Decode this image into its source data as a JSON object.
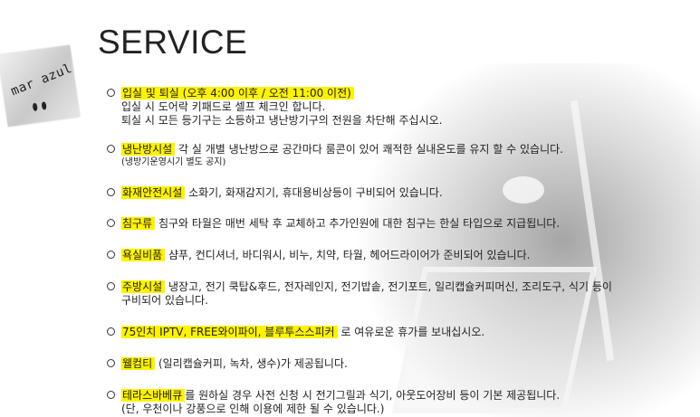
{
  "title": "SERVICE",
  "logo": {
    "text": "mar azul"
  },
  "colors": {
    "highlight": "#fff200"
  },
  "items": [
    {
      "label": "입실 및 퇴실 (오후 4:00 이후 / 오전 11:00 이전)",
      "text": "",
      "lines": [
        "입실 시 도어락 키패드로 셀프 체크인 합니다.",
        "퇴실 시 모든 등기구는 소등하고 냉난방기구의 전원을 차단해 주십시오."
      ]
    },
    {
      "label": "냉난방시설",
      "text": " 각 실 개별 냉난방으로 공간마다 룸콘이 있어 쾌적한 실내온도를 유지 할 수 있습니다.",
      "note": "(냉방기운영시기 별도 공지)"
    },
    {
      "label": "화재안전시설",
      "text": " 소화기, 화재감지기, 휴대용비상등이 구비되어 있습니다."
    },
    {
      "label": "침구류",
      "text": " 침구와 타월은 매번 세탁 후 교체하고 추가인원에 대한 침구는 한실 타입으로 지급됩니다."
    },
    {
      "label": "욕실비품",
      "text": " 샴푸, 컨디셔너, 바디워시, 비누, 치약, 타월, 헤어드라이어가 준비되어 있습니다."
    },
    {
      "label": "주방시설",
      "text": " 냉장고, 전기 쿡탑&후드, 전자레인지, 전기밥솥, 전기포트, 일리캡슐커피머신, 조리도구, 식기 등이",
      "lines": [
        "구비되어 있습니다."
      ]
    },
    {
      "label": "75인치 IPTV, FREE와이파이, 블루투스스피커",
      "text": " 로 여유로운 휴가를 보내십시오."
    },
    {
      "label": "웰컴티",
      "text": " (일리캡슐커피, 녹차, 생수)가 제공됩니다."
    },
    {
      "label": "테라스바베큐",
      "text": "를 원하실 경우 사전 신청 시 전기그릴과 식기, 아웃도어장비 등이 기본 제공됩니다.",
      "after": "(단, 우천이나 강풍으로 인해 이용에 제한 될 수 있습니다.)"
    }
  ]
}
